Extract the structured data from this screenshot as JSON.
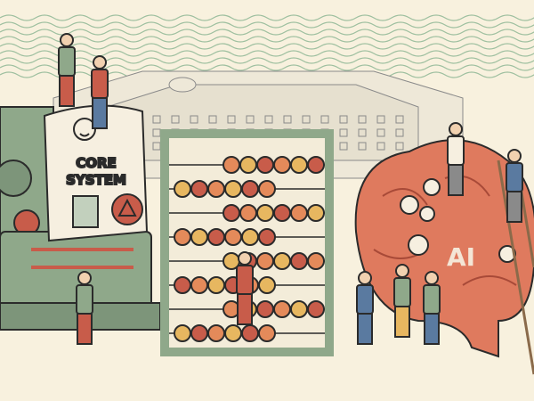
{
  "illustration": {
    "machine_label_line1": "CORE",
    "machine_label_line2": "SYSTEM",
    "brain_label": "AI"
  },
  "colors": {
    "background": "#f8f1de",
    "machine_green": "#8fa88a",
    "brain_red": "#df7a5e",
    "bead_orange": "#e48a5a",
    "bead_yellow": "#e7b760",
    "outline": "#2b2b2b",
    "wave_green": "#9fc0a0"
  }
}
